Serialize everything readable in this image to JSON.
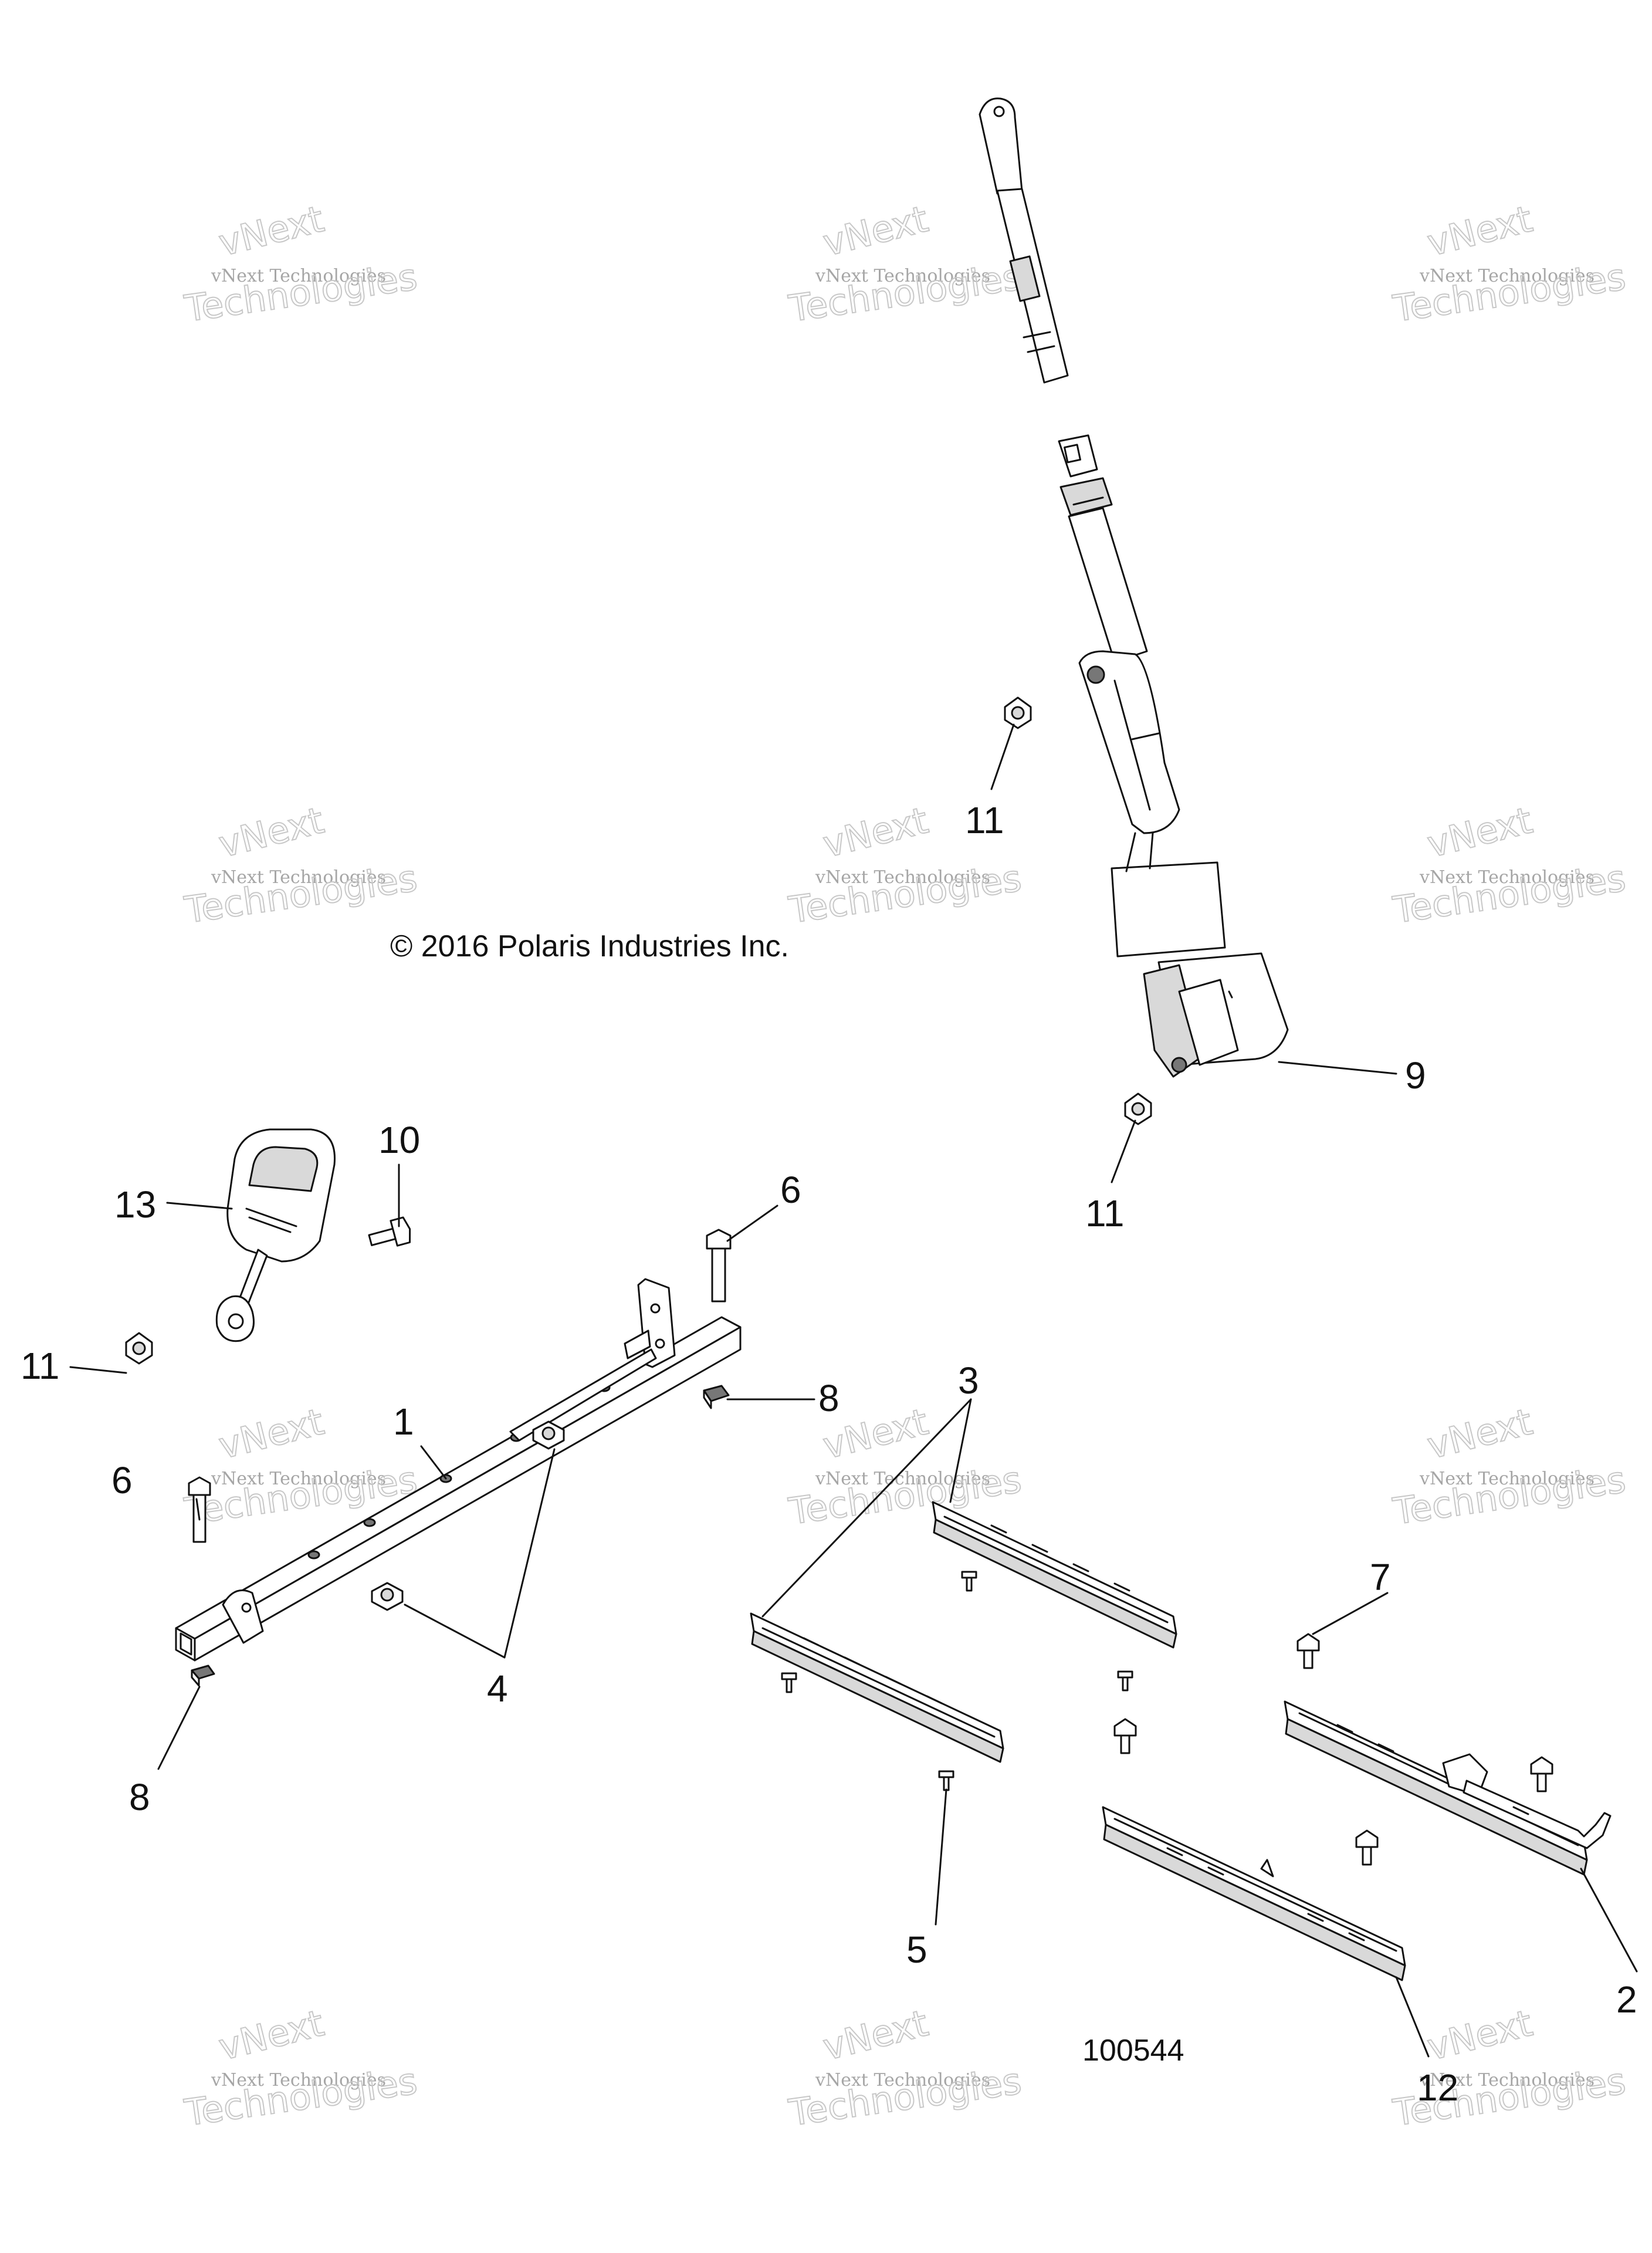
{
  "copyright": "© 2016 Polaris Industries Inc.",
  "diagram_id": "100544",
  "watermark": {
    "line1": "vNext Technologies",
    "line2": "Technologies",
    "line3": "vNext"
  },
  "callouts": [
    "1",
    "2",
    "3",
    "4",
    "5",
    "6",
    "6",
    "7",
    "8",
    "8",
    "9",
    "10",
    "11",
    "11",
    "11",
    "12",
    "13"
  ]
}
